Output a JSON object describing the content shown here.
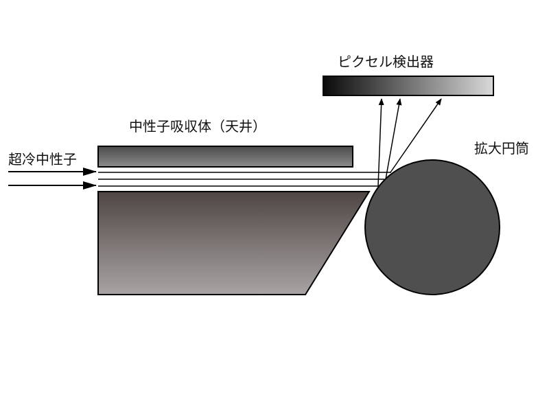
{
  "labels": {
    "incoming": "超冷中性子",
    "absorber": "中性子吸収体（天井）",
    "detector": "ピクセル検出器",
    "cylinder": "拡大円筒"
  },
  "colors": {
    "absorber_top": "#4a4a4a",
    "absorber_bottom": "#8c8c8c",
    "guide_top": "#4f4644",
    "guide_bottom": "#a8a4a4",
    "detector_dark": "#0a0a0a",
    "detector_light": "#d9d9d9",
    "cylinder_fill": "#4f4f4f",
    "line": "#000000"
  }
}
